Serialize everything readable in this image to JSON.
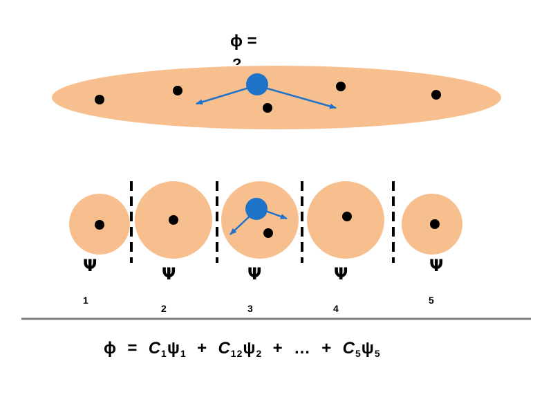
{
  "colors": {
    "cloud": "#F7BE8E",
    "site_dot": "#000000",
    "electron": "#1E73C8",
    "arrow": "#1E73C8",
    "divider": "#000000",
    "rule": "#808080"
  },
  "top": {
    "phi": "ϕ",
    "equals": "=",
    "truncated_text": "?"
  },
  "sites": [
    {
      "psi": "Ψ",
      "index": "1"
    },
    {
      "psi": "Ψ",
      "index": "2"
    },
    {
      "psi": "Ψ",
      "index": "3"
    },
    {
      "psi": "Ψ",
      "index": "4"
    },
    {
      "psi": "Ψ",
      "index": "5"
    }
  ],
  "formula": {
    "phi": "ϕ",
    "equals": "=",
    "c1": "C",
    "c1_sub": "1",
    "psi1": "ψ",
    "psi1_sub": "1",
    "plus1": "+",
    "c2": "C",
    "c2_sub": "12",
    "psi2": "ψ",
    "psi2_sub": "2",
    "plus2": "+",
    "ellipsis": "…",
    "plus3": "+",
    "c5": "C",
    "c5_sub": "5",
    "psi5": "ψ",
    "psi5_sub": "5"
  }
}
